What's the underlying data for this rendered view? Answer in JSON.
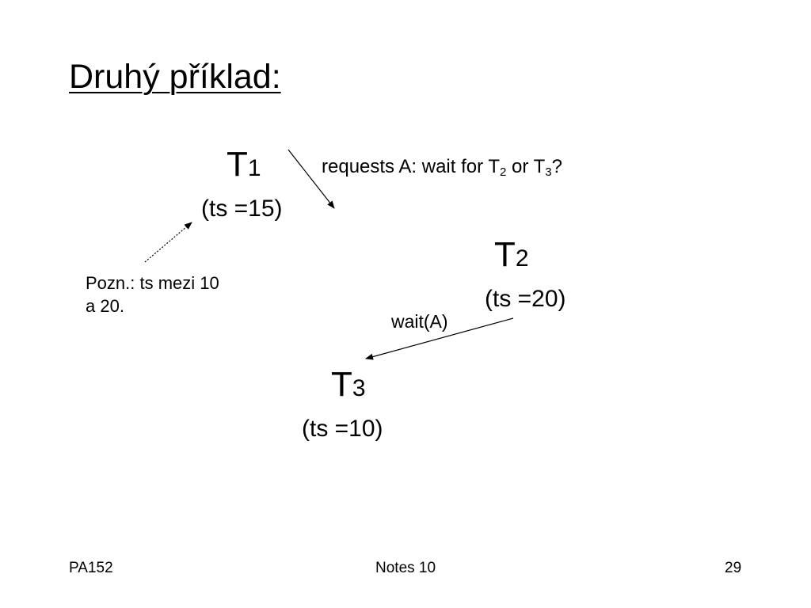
{
  "slide": {
    "title": "Druhý příklad:",
    "nodes": {
      "t1": {
        "letter": "T",
        "sub": "1",
        "ts": "(ts =15)"
      },
      "t2": {
        "letter": "T",
        "sub": "2",
        "ts": "(ts =20)"
      },
      "t3": {
        "letter": "T",
        "sub": "3",
        "ts": "(ts =10)"
      }
    },
    "request_label": {
      "prefix": "requests A: wait for T",
      "sub_a": "2",
      "middle": " or T",
      "sub_b": "3",
      "suffix": "?"
    },
    "wait_label": "wait(A)",
    "note": "Pozn.: ts mezi 10 a 20.",
    "footer": {
      "left": "PA152",
      "center": "Notes 10",
      "right": "29"
    }
  }
}
